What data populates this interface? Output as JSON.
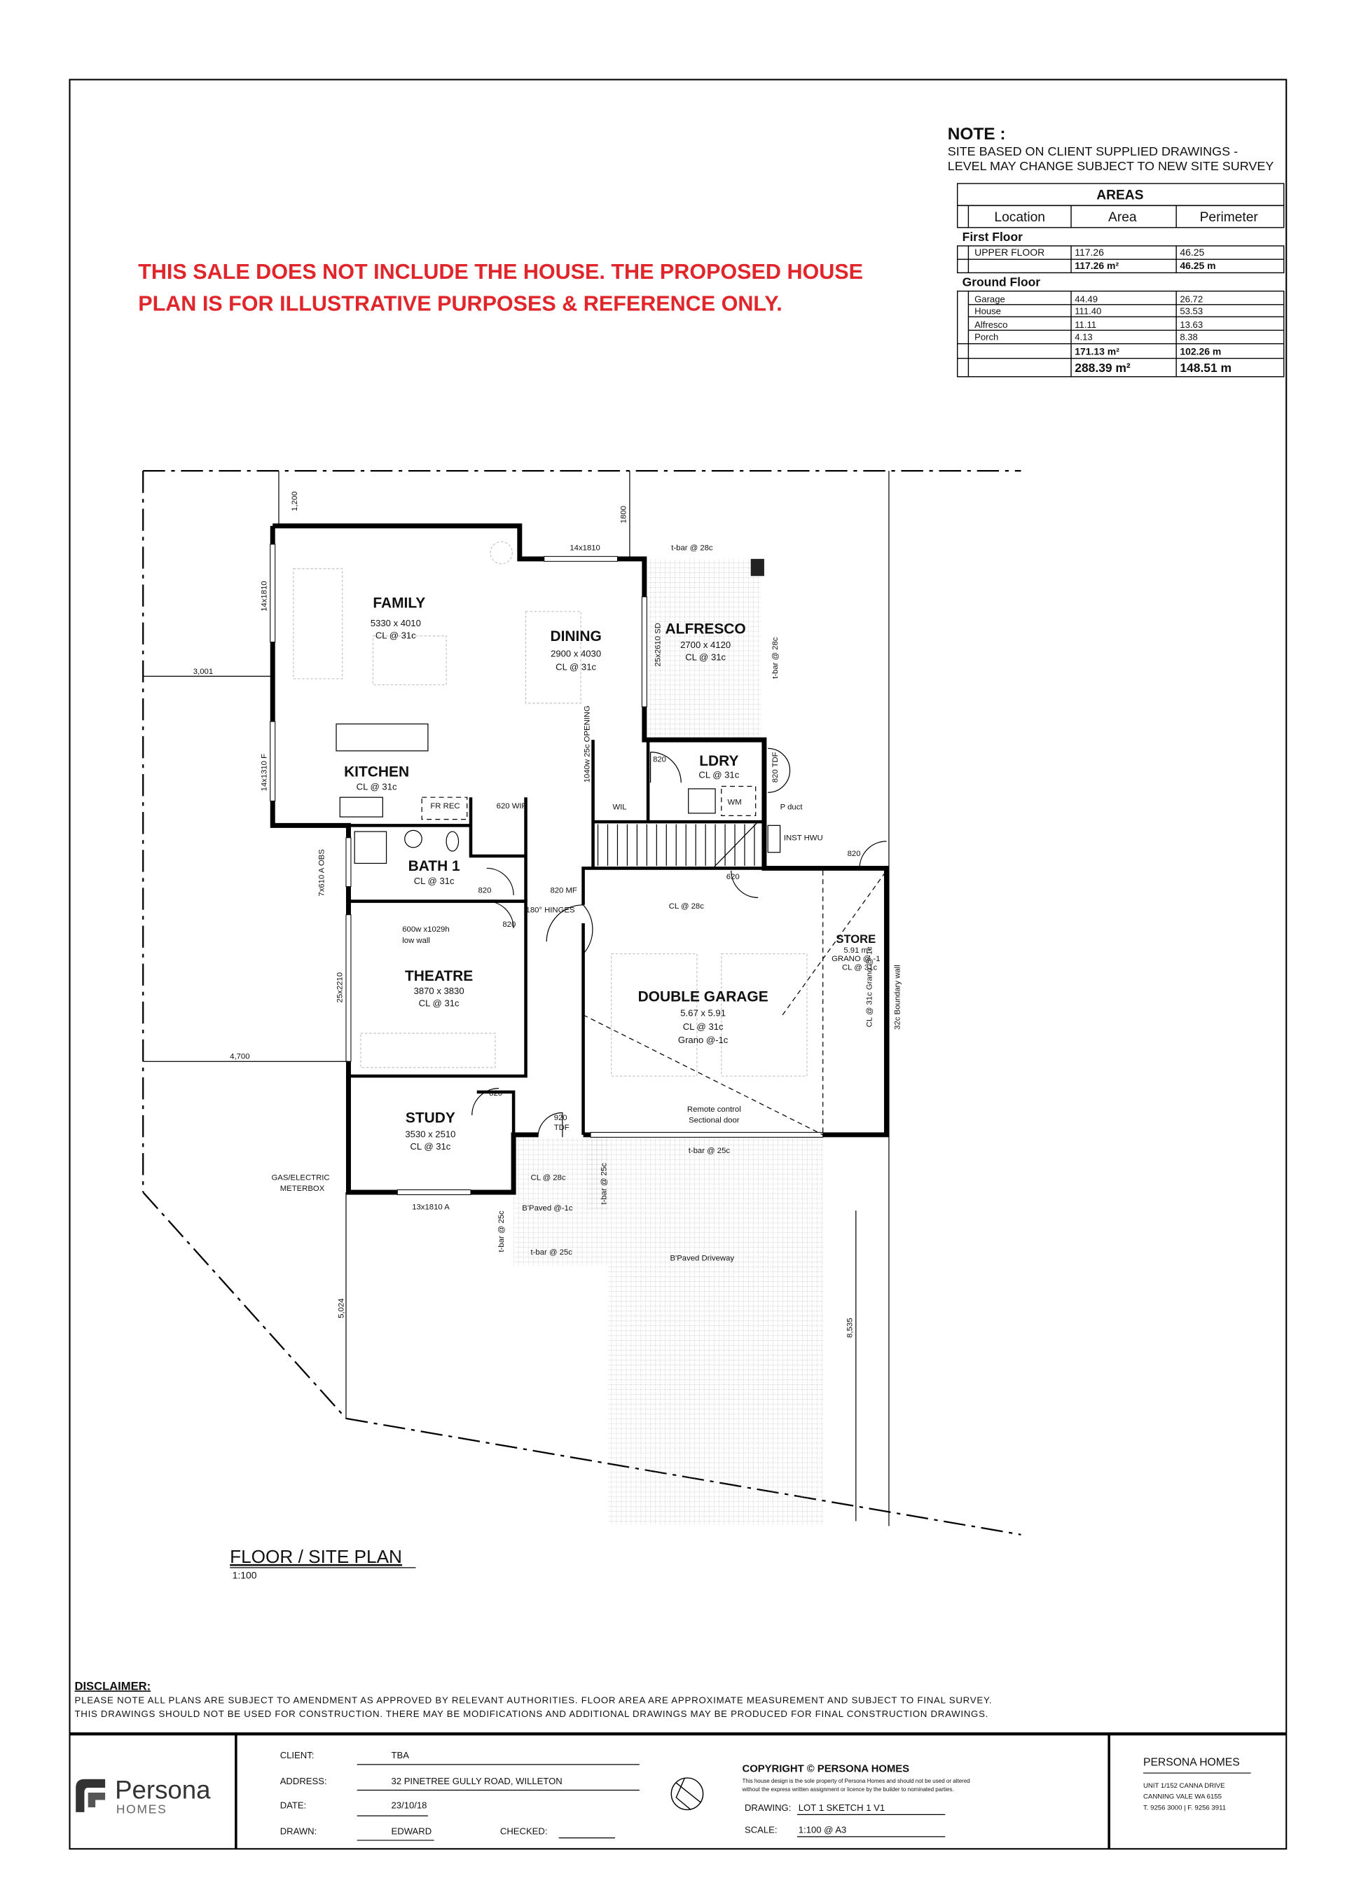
{
  "note": {
    "title": "NOTE :",
    "lines": [
      "SITE BASED ON CLIENT SUPPLIED DRAWINGS -",
      "LEVEL MAY CHANGE SUBJECT TO NEW SITE SURVEY"
    ]
  },
  "banner": {
    "lines": [
      "THIS SALE DOES NOT INCLUDE THE HOUSE.  THE PROPOSED HOUSE",
      "PLAN IS FOR ILLUSTRATIVE PURPOSES & REFERENCE ONLY."
    ],
    "color": "#e0262b"
  },
  "areas": {
    "title": "AREAS",
    "headers": [
      "Location",
      "Area",
      "Perimeter"
    ],
    "first_floor": {
      "label": "First Floor",
      "rows": [
        {
          "location": "UPPER FLOOR",
          "area": "117.26",
          "perimeter": "46.25"
        }
      ],
      "total": {
        "area": "117.26 m²",
        "perimeter": "46.25 m"
      }
    },
    "ground_floor": {
      "label": "Ground Floor",
      "rows": [
        {
          "location": "Garage",
          "area": "44.49",
          "perimeter": "26.72"
        },
        {
          "location": "House",
          "area": "111.40",
          "perimeter": "53.53"
        },
        {
          "location": "Alfresco",
          "area": "11.11",
          "perimeter": "13.63"
        },
        {
          "location": "Porch",
          "area": "4.13",
          "perimeter": "8.38"
        }
      ],
      "total": {
        "area": "171.13 m²",
        "perimeter": "102.26 m"
      }
    },
    "grand_total": {
      "area": "288.39 m²",
      "perimeter": "148.51 m"
    }
  },
  "rooms": {
    "family": {
      "name": "FAMILY",
      "size": "5330 x 4010",
      "ceiling": "CL @ 31c"
    },
    "dining": {
      "name": "DINING",
      "size": "2900 x 4030",
      "ceiling": "CL @ 31c"
    },
    "alfresco": {
      "name": "ALFRESCO",
      "size": "2700 x 4120",
      "ceiling": "CL @ 31c"
    },
    "kitchen": {
      "name": "KITCHEN",
      "ceiling": "CL @ 31c"
    },
    "ldry": {
      "name": "LDRY",
      "ceiling": "CL @ 31c"
    },
    "bath1": {
      "name": "BATH 1",
      "ceiling": "CL @ 31c"
    },
    "theatre": {
      "name": "THEATRE",
      "size": "3870 x 3830",
      "ceiling": "CL @ 31c"
    },
    "garage": {
      "name": "DOUBLE GARAGE",
      "size": "5.67 x 5.91",
      "ceiling": "CL @ 31c",
      "floor": "Grano @-1c"
    },
    "store": {
      "name": "STORE",
      "size": "5.91 m²",
      "floor": "GRANO @ -1",
      "ceiling": "CL @ 31c"
    },
    "study": {
      "name": "STUDY",
      "size": "3530 x 2510",
      "ceiling": "CL @ 31c"
    }
  },
  "annotations": {
    "win_family_top": "14x1810",
    "tbar_alfresco_top": "t-bar @ 28c",
    "tbar_alfresco_side": "t-bar @ 28c",
    "sliding_door": "25x2610 SD",
    "opening": "1040w 25c OPENING",
    "ldry_door": "820",
    "tdf_820": "820 TDF",
    "wil": "WIL",
    "wm": "WM",
    "pduct": "P duct",
    "inst_hwu": "INST HWU",
    "store_door": "820",
    "garage_door_620": "620",
    "wip": "620 WIP",
    "frrec": "FR REC",
    "bath_door": "820",
    "mf_door": "820 MF",
    "hinges": "180° HINGES",
    "garage_ceiling": "CL @ 28c",
    "theatre_door": "820",
    "low_wall_1": "600w x1029h",
    "low_wall_2": "low wall",
    "study_door": "820",
    "tdf_920_a": "920",
    "tdf_920_b": "TDF",
    "remote_1": "Remote control",
    "remote_2": "Sectional door",
    "tbar_garage": "t-bar @ 25c",
    "porch_ceiling": "CL @ 28c",
    "tbar_porch_right": "t-bar @ 25c",
    "porch_paved": "B'Paved @-1c",
    "tbar_porch_left": "t-bar @ 25c",
    "tbar_porch_bottom": "t-bar @ 25c",
    "driveway": "B'Paved Driveway",
    "win_study": "13x1810 A",
    "meter_1": "GAS/ELECTRIC",
    "meter_2": "METERBOX",
    "win_family_left": "14x1810",
    "win_kitchen": "14x1310 F",
    "win_bath": "7x610 A OBS",
    "win_theatre": "25x2210",
    "store_side": "CL @ 31c Grano @-1c",
    "boundary_wall": "32c Boundary wall"
  },
  "dimensions": {
    "top_left": "1,200",
    "top_right": "1800",
    "left_family": "3,001",
    "left_theatre": "4,700",
    "front_left": "5,024",
    "front_right": "8,535"
  },
  "plan_title": {
    "title": "FLOOR / SITE PLAN",
    "scale": "1:100"
  },
  "disclaimer": {
    "title": "DISCLAIMER:",
    "lines": [
      "PLEASE NOTE ALL PLANS ARE SUBJECT TO AMENDMENT AS APPROVED BY RELEVANT AUTHORITIES. FLOOR AREA ARE APPROXIMATE MEASUREMENT AND SUBJECT TO FINAL SURVEY.",
      "THIS DRAWINGS SHOULD NOT BE USED FOR CONSTRUCTION. THERE MAY BE MODIFICATIONS AND ADDITIONAL DRAWINGS MAY BE PRODUCED FOR FINAL CONSTRUCTION DRAWINGS."
    ]
  },
  "title_block": {
    "logo": {
      "name": "Persona",
      "sub": "HOMES"
    },
    "client_label": "CLIENT:",
    "client": "TBA",
    "address_label": "ADDRESS:",
    "address": "32 PINETREE GULLY ROAD, WILLETON",
    "date_label": "DATE:",
    "date": "23/10/18",
    "drawn_label": "DRAWN:",
    "drawn": "EDWARD",
    "checked_label": "CHECKED:",
    "copyright": "COPYRIGHT © PERSONA HOMES",
    "copyright_lines": [
      "This house design is the sole property of Persona Homes and should not be used or altered",
      "without the express written assignment or licence by the builder to nominated parties."
    ],
    "drawing_label": "DRAWING:",
    "drawing": "LOT 1 SKETCH 1 V1",
    "scale_label": "SCALE:",
    "scale": "1:100 @ A3",
    "company": "PERSONA HOMES",
    "company_lines": [
      "UNIT 1/152 CANNA DRIVE",
      "CANNING VALE WA 6155",
      "T. 9256 3000  |  F. 9256 3911"
    ]
  }
}
